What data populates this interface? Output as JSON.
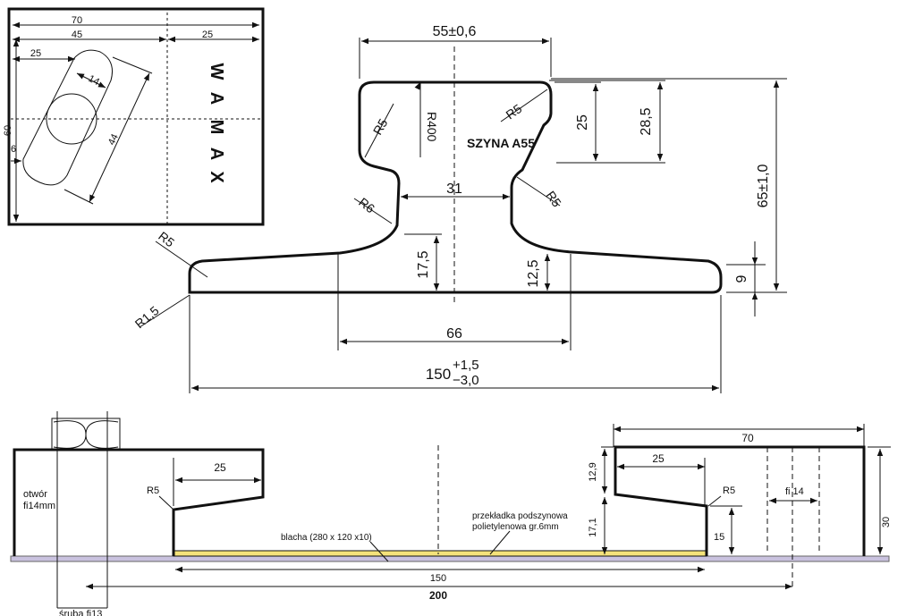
{
  "rail": {
    "title": "SZYNA A55",
    "top_width": "55±0,6",
    "neck_width": "31",
    "base_inner": "66",
    "base_total": "150",
    "base_tol_plus": "+1,5",
    "base_tol_minus": "−3,0",
    "head_h1": "25",
    "head_h2": "28,5",
    "total_h": "65±1,0",
    "foot_h": "9",
    "foot_mid_h": "12,5",
    "neck_low_h": "17,5",
    "r5_a": "R5",
    "r400": "R400",
    "r5_b": "R5",
    "r5_c": "R5",
    "r6": "R6",
    "r5_d": "R5",
    "r15": "R1,5"
  },
  "inset": {
    "w70": "70",
    "w45": "45",
    "w25a": "25",
    "w25b": "25",
    "h60": "60",
    "h6": "6",
    "w14": "14",
    "l44": "44",
    "brand": [
      "W",
      "A",
      "M",
      "A",
      "X"
    ]
  },
  "clamp": {
    "left_25": "25",
    "left_r5": "R5",
    "hole_label_1": "otwór",
    "hole_label_2": "fi14mm",
    "bolt_label": "śruba fi13",
    "plate_label": "blacha (280 x 120 x10)",
    "pad_label_1": "przekładka podszynowa",
    "pad_label_2": "polietylenowa gr.6mm",
    "span_150": "150",
    "span_200": "200",
    "right_70": "70",
    "right_25": "25",
    "right_129": "12,9",
    "right_171": "17,1",
    "right_r5": "R5",
    "right_15": "15",
    "right_fi14": "fi 14",
    "right_30": "30"
  }
}
